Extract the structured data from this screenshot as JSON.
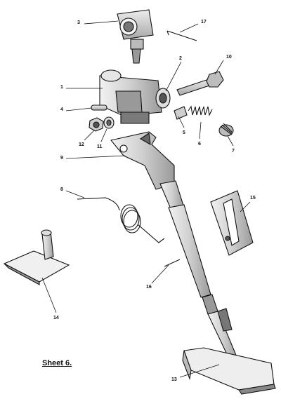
{
  "sheet_label": "Sheet 6.",
  "callouts": [
    {
      "id": "c1",
      "text": "1"
    },
    {
      "id": "c2",
      "text": "2"
    },
    {
      "id": "c3",
      "text": "3"
    },
    {
      "id": "c4",
      "text": "4"
    },
    {
      "id": "c5",
      "text": "5"
    },
    {
      "id": "c6",
      "text": "6"
    },
    {
      "id": "c7",
      "text": "7"
    },
    {
      "id": "c8",
      "text": "8"
    },
    {
      "id": "c9",
      "text": "9"
    },
    {
      "id": "c10",
      "text": "10"
    },
    {
      "id": "c11",
      "text": "11"
    },
    {
      "id": "c12",
      "text": "12"
    },
    {
      "id": "c13",
      "text": "13"
    },
    {
      "id": "c14",
      "text": "14"
    },
    {
      "id": "c15",
      "text": "15"
    },
    {
      "id": "c16",
      "text": "16"
    },
    {
      "id": "c17",
      "text": "17"
    }
  ]
}
